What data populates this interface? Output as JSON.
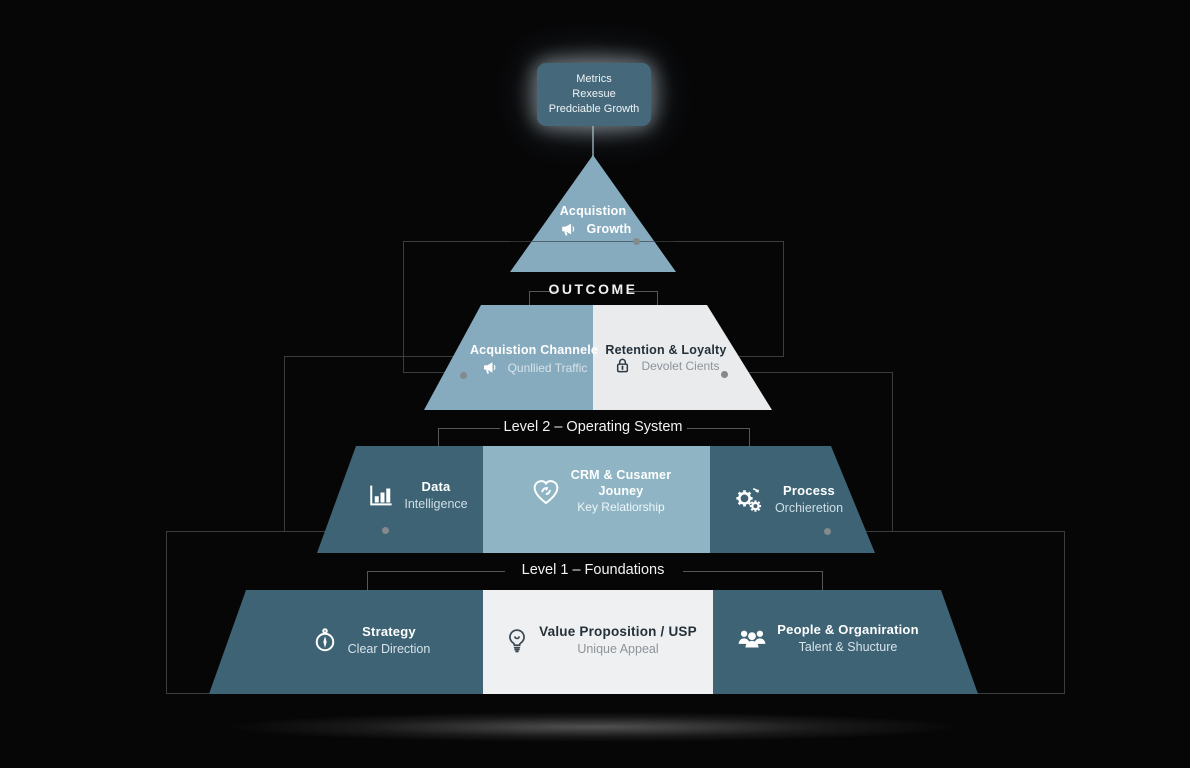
{
  "apex": {
    "line1": "Metrics",
    "line2": "Rexesue",
    "line3": "Predciable Growth"
  },
  "triangle": {
    "title": "Acquistion",
    "subtitle": "Growth",
    "icon": "megaphone-icon"
  },
  "outcome": {
    "label": "OUTCOME"
  },
  "tier_outcome": {
    "left": {
      "title": "Acquistion Channele",
      "subtitle": "Qunllied Traffic",
      "icon": "megaphone-icon"
    },
    "right": {
      "title": "Retention & Loyalty",
      "subtitle": "Devolet Cients",
      "icon": "lock-icon"
    }
  },
  "level2": {
    "label": "Level 2 – Operating System"
  },
  "tier_level2": {
    "left": {
      "title": "Data",
      "subtitle": "Intelligence",
      "icon": "bar-chart-icon"
    },
    "middle": {
      "line1": "CRM & Cusamer",
      "line2": "Jouney",
      "line3": "Key Relatiorship",
      "icon": "heart-icon"
    },
    "right": {
      "title": "Process",
      "subtitle": "Orchieretion",
      "icon": "gears-icon"
    }
  },
  "level1": {
    "label": "Level 1 – Foundations"
  },
  "tier_level1": {
    "left": {
      "title": "Strategy",
      "subtitle": "Clear Direction",
      "icon": "compass-icon"
    },
    "middle": {
      "title": "Value Proposition / USP",
      "subtitle": "Unique Appeal",
      "icon": "lightbulb-icon"
    },
    "right": {
      "title": "People & Organiration",
      "subtitle": "Talent & Shucture",
      "icon": "people-icon"
    }
  },
  "colors": {
    "light_blue": "#86abbe",
    "mid_blue": "#8fb5c5",
    "dark_teal": "#3d6375",
    "panel_white": "#e9ebed",
    "background": "#060607",
    "line_gray": "#3a3d3f",
    "dot_gray": "#84898c"
  }
}
